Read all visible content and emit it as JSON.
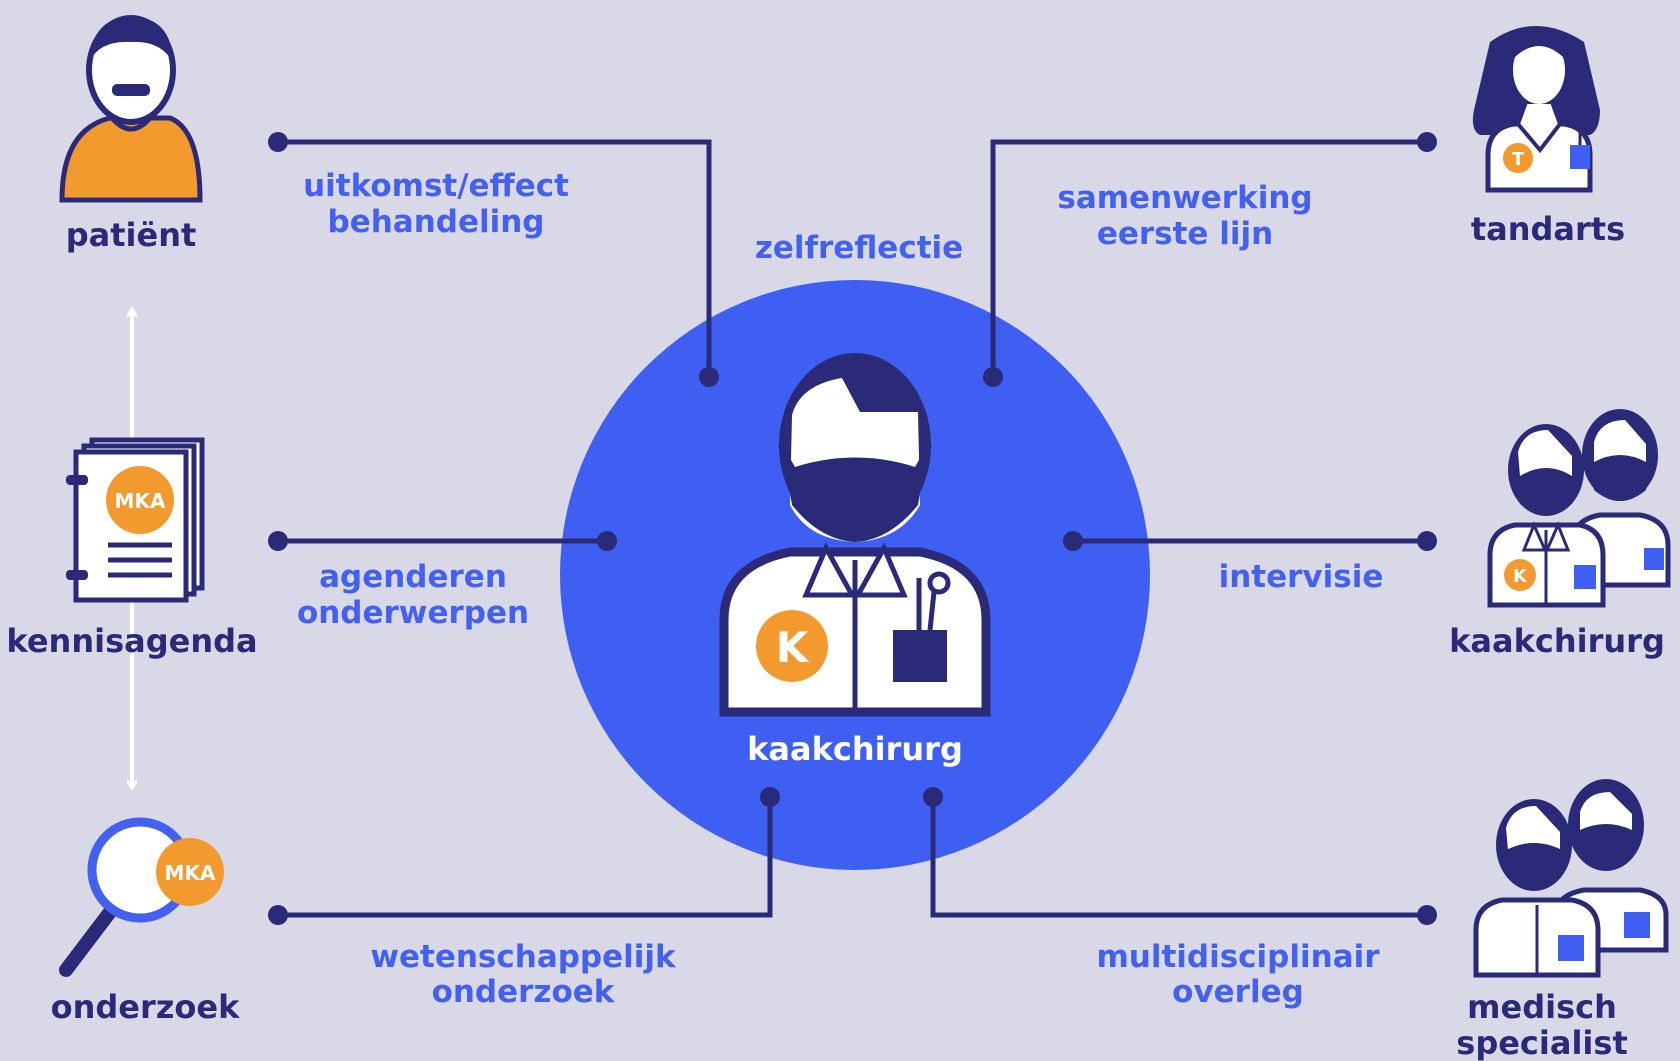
{
  "center": {
    "label": "kaakchirurg",
    "badge": "K"
  },
  "center_relation": "zelfreflectie",
  "nodes": {
    "patient": "patiënt",
    "kennisagenda": "kennisagenda",
    "onderzoek": "onderzoek",
    "tandarts": "tandarts",
    "kaakchirurg": "kaakchirurg",
    "medisch": [
      "medisch",
      "specialist"
    ]
  },
  "links": {
    "patient": [
      "uitkomst/effect",
      "behandeling"
    ],
    "kennisagenda": [
      "agenderen",
      "onderwerpen"
    ],
    "onderzoek": [
      "wetenschappelijk",
      "onderzoek"
    ],
    "tandarts": [
      "samenwerking",
      "eerste lijn"
    ],
    "kaakchirurg": [
      "intervisie"
    ],
    "medisch": [
      "multidisciplinair",
      "overleg"
    ]
  },
  "badges": {
    "mka": "MKA",
    "tandarts": "T",
    "kaakchirurg": "K"
  },
  "colors": {
    "navy": "#2b2a78",
    "blue": "#4361ee",
    "orange": "#f29a2e",
    "background": "#d9d8e7",
    "white": "#ffffff"
  }
}
